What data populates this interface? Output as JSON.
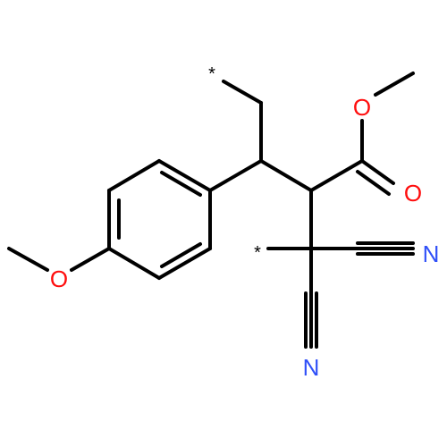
{
  "molecule": {
    "atoms": {
      "oxygen_methoxy": "O",
      "oxygen_ester_single": "O",
      "oxygen_carbonyl": "O",
      "nitrogen_nitrile_right": "N",
      "nitrogen_nitrile_bottom": "N",
      "attachment_point_top": "*",
      "attachment_point_mid": "*"
    },
    "colors": {
      "bond": "#000000",
      "oxygen": "#ff0d0d",
      "nitrogen": "#3050f8",
      "background": "#ffffff"
    }
  }
}
